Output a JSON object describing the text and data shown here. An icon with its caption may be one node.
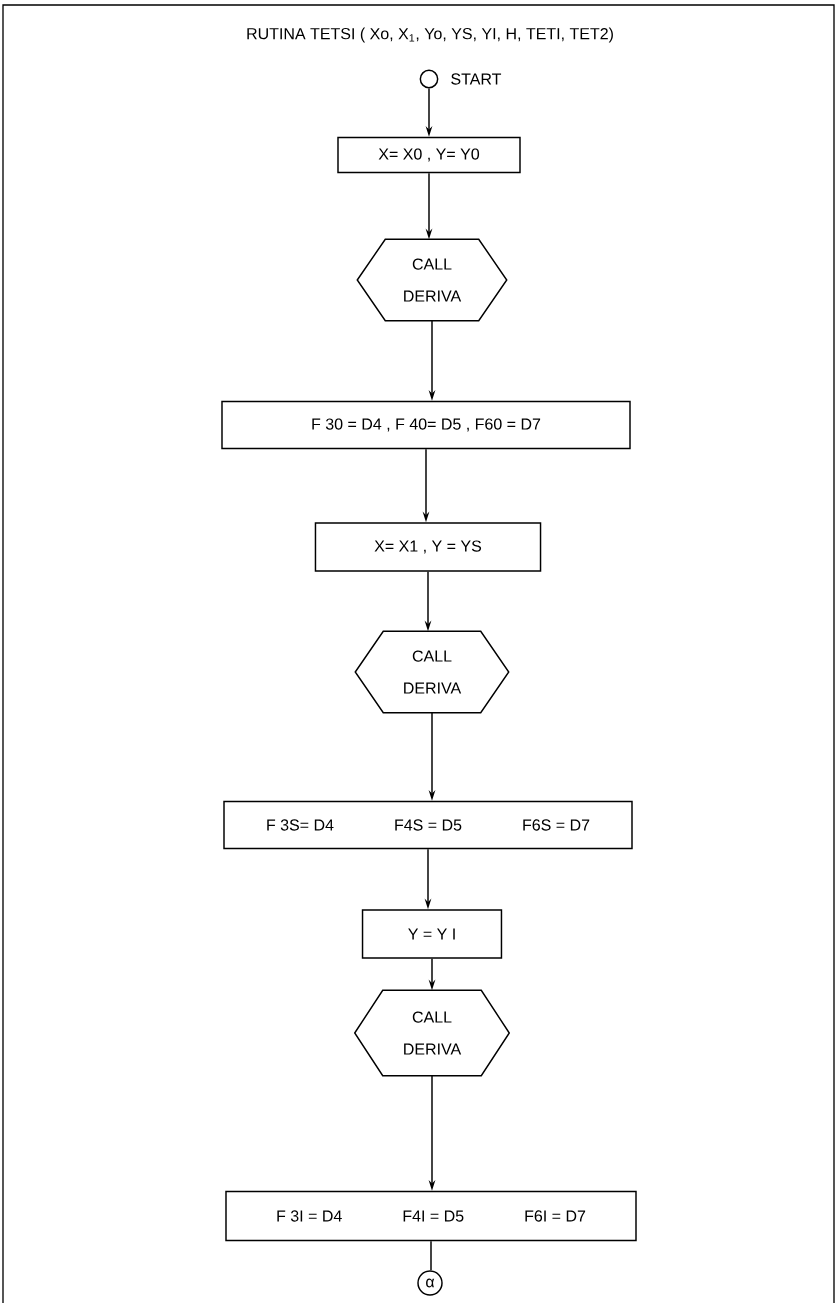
{
  "diagram": {
    "title": "RUTINA TETSI  ( Xo, X$_{1}$, Yo, YS, YI, H, TETI, TET2)",
    "nodes": [
      {
        "text": [],
        "shape": "circle",
        "beside": [
          "START"
        ]
      },
      {
        "text": [
          "X= X0  ,  Y= Y0"
        ]
      },
      {
        "text": [
          "CALL DERIVA"
        ]
      },
      {
        "text": [
          "F 30 = D4   ,   F 40= D5  , F60 = D7"
        ]
      },
      {
        "text": [
          "X= X1  ,  Y = YS"
        ]
      },
      {
        "text": [
          "CALL DERIVA"
        ]
      },
      {
        "text": [
          "F 3S= D4",
          "F4S = D5",
          "F6S = D7"
        ]
      },
      {
        "text": [
          "Y = Y I"
        ]
      },
      {
        "text": [
          "CALL DERIVA"
        ]
      },
      {
        "text": [
          "F 3I = D4",
          "F4I = D5",
          "F6I = D7"
        ]
      },
      {
        "text": [
          "α"
        ]
      }
    ],
    "edges": [
      {
        "from": 0,
        "to": 1,
        "arrow": "to"
      },
      {
        "from": 1,
        "to": 2,
        "arrow": "to"
      },
      {
        "from": 2,
        "to": 3,
        "arrow": "to"
      },
      {
        "from": 3,
        "to": 4,
        "arrow": "to"
      },
      {
        "from": 4,
        "to": 5,
        "arrow": "to"
      },
      {
        "from": 5,
        "to": 6,
        "arrow": "to"
      },
      {
        "from": 6,
        "to": 7,
        "arrow": "to"
      },
      {
        "from": 7,
        "to": 8,
        "arrow": "to"
      },
      {
        "from": 8,
        "to": 9,
        "arrow": "to"
      },
      {
        "from": 9,
        "to": 10,
        "arrow": "none"
      }
    ]
  }
}
